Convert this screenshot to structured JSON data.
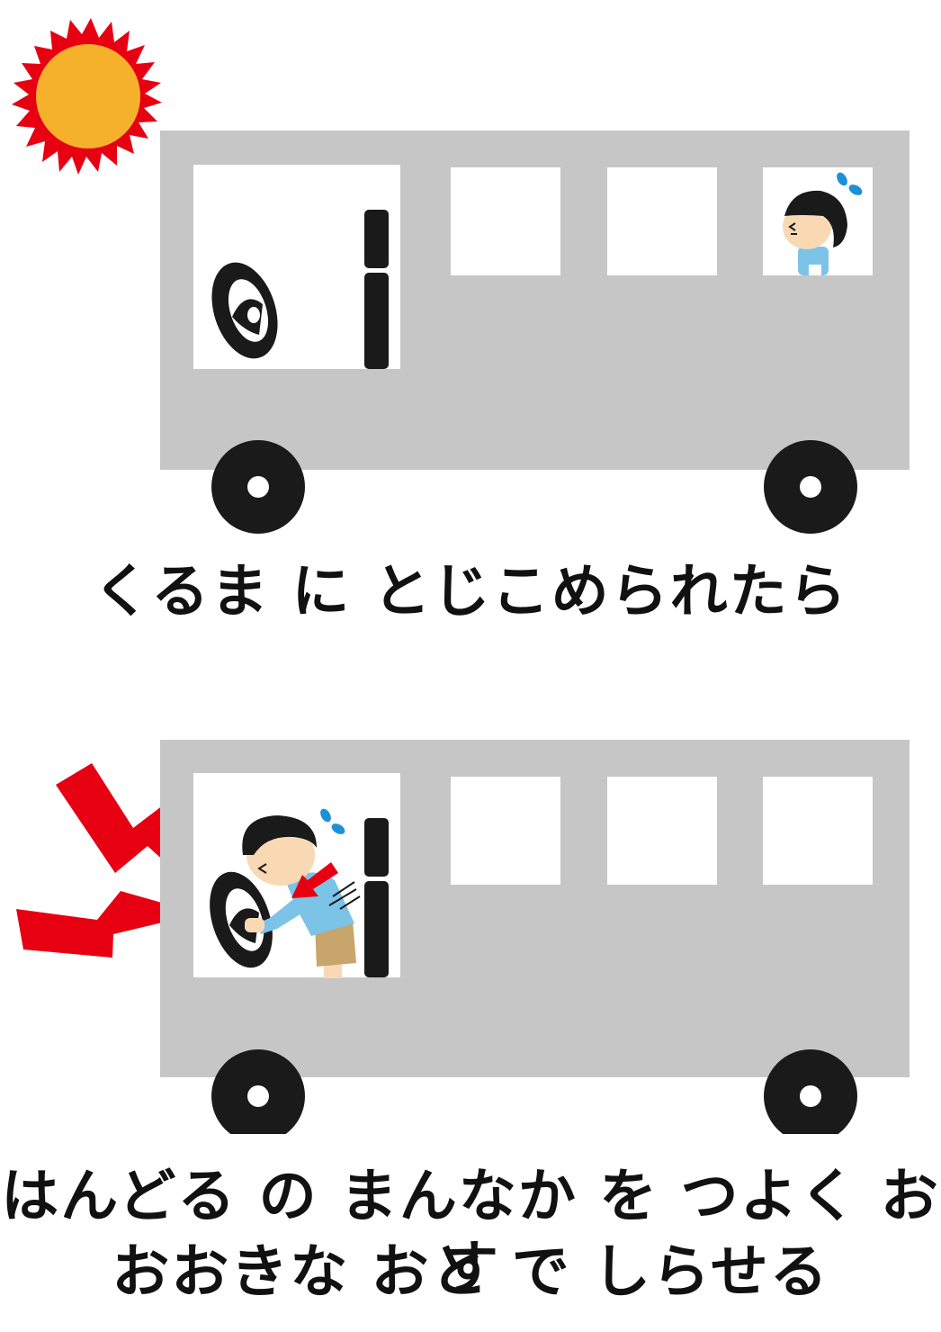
{
  "captions": {
    "scene1": "くるま に とじこめられたら",
    "scene2_line1": "はんどる の まんなか を つよく おす",
    "scene2_line2": "おおきな おと で しらせる"
  },
  "colors": {
    "bus_body": "#c6c6c6",
    "window": "#ffffff",
    "wheel": "#1a1a1a",
    "sun_outer": "#e60012",
    "sun_inner": "#f6b12c",
    "alert": "#e60012",
    "sweat": "#1e90d8",
    "shirt": "#7cc3e8",
    "shorts": "#c8a56a",
    "skin": "#f8d9b4"
  },
  "icons": [
    "sun-icon",
    "steering-wheel-icon",
    "child-icon",
    "sweat-drop-icon",
    "alert-bolt-icon",
    "push-arrow-icon"
  ]
}
